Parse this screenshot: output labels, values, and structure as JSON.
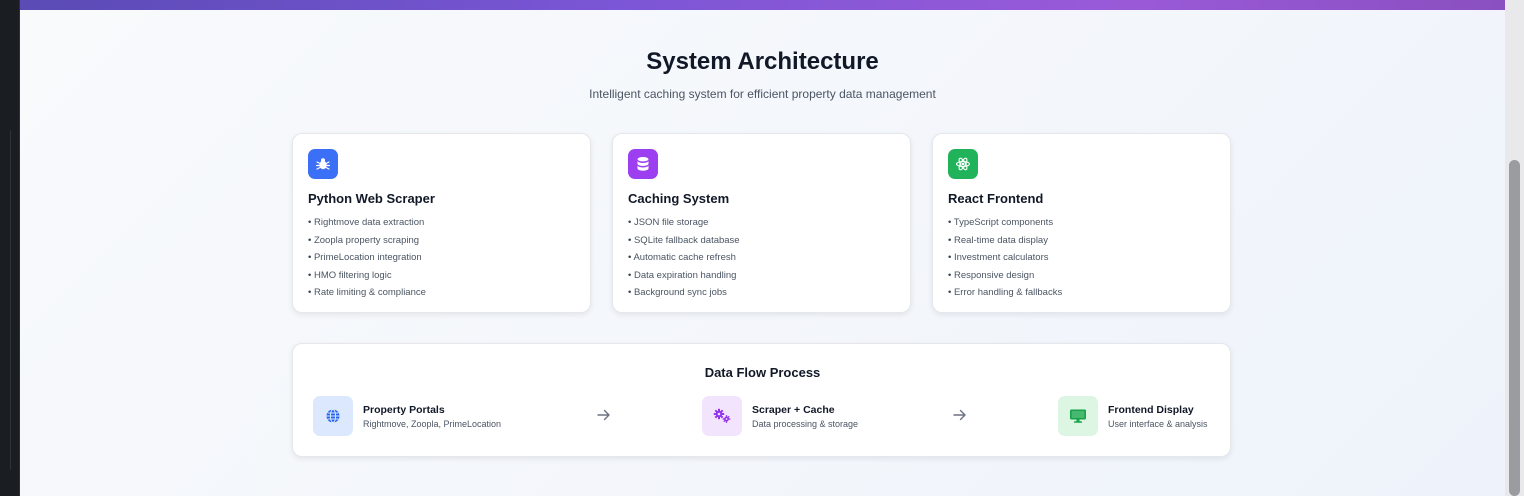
{
  "section": {
    "title": "System Architecture",
    "subtitle": "Intelligent caching system for efficient property data management"
  },
  "cards": [
    {
      "icon": "bug-icon",
      "color": "#3b6ff5",
      "title": "Python Web Scraper",
      "items": [
        "Rightmove data extraction",
        "Zoopla property scraping",
        "PrimeLocation integration",
        "HMO filtering logic",
        "Rate limiting & compliance"
      ]
    },
    {
      "icon": "database-icon",
      "color": "#9b3ff0",
      "title": "Caching System",
      "items": [
        "JSON file storage",
        "SQLite fallback database",
        "Automatic cache refresh",
        "Data expiration handling",
        "Background sync jobs"
      ]
    },
    {
      "icon": "react-icon",
      "color": "#21b35a",
      "title": "React Frontend",
      "items": [
        "TypeScript components",
        "Real-time data display",
        "Investment calculators",
        "Responsive design",
        "Error handling & fallbacks"
      ]
    }
  ],
  "flow": {
    "title": "Data Flow Process",
    "steps": [
      {
        "icon": "globe-icon",
        "bg": "#dbe8fd",
        "fg": "#2563eb",
        "name": "Property Portals",
        "desc": "Rightmove, Zoopla, PrimeLocation"
      },
      {
        "icon": "gears-icon",
        "bg": "#f3e4fd",
        "fg": "#9333ea",
        "name": "Scraper + Cache",
        "desc": "Data processing & storage"
      },
      {
        "icon": "monitor-icon",
        "bg": "#dcf6e3",
        "fg": "#16a34a",
        "name": "Frontend Display",
        "desc": "User interface & analysis"
      }
    ]
  }
}
